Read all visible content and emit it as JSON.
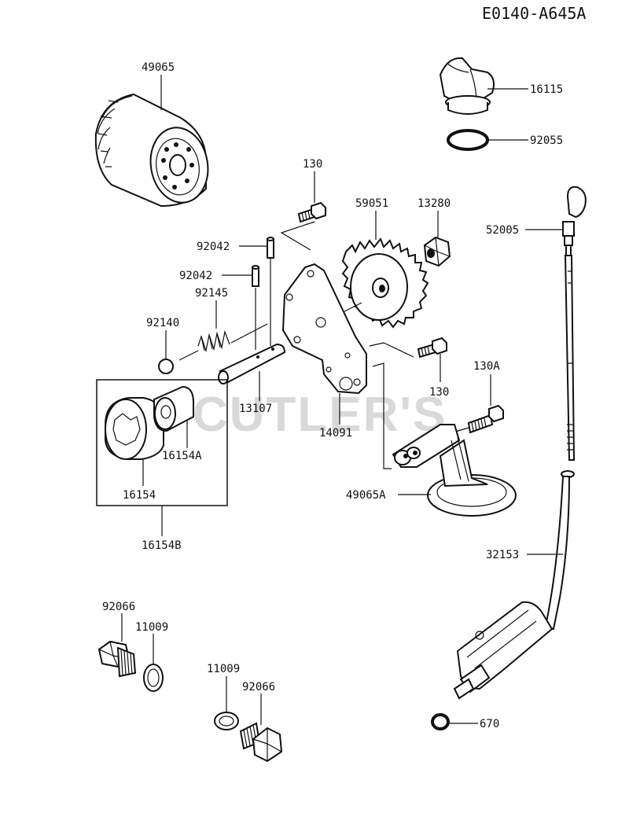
{
  "diagram_code": "E0140-A645A",
  "watermark": "CUTLER'S",
  "labels": {
    "p49065": "49065",
    "p16115": "16115",
    "p92055": "92055",
    "p130_top": "130",
    "p59051": "59051",
    "p13280": "13280",
    "p52005": "52005",
    "p92042_a": "92042",
    "p92042_b": "92042",
    "p92145": "92145",
    "p92140": "92140",
    "p13107": "13107",
    "p14091": "14091",
    "p130_mid": "130",
    "p130A": "130A",
    "p16154A": "16154A",
    "p16154": "16154",
    "p16154B": "16154B",
    "p49065A": "49065A",
    "p32153": "32153",
    "p92066_a": "92066",
    "p11009_a": "11009",
    "p11009_b": "11009",
    "p92066_b": "92066",
    "p670": "670"
  }
}
